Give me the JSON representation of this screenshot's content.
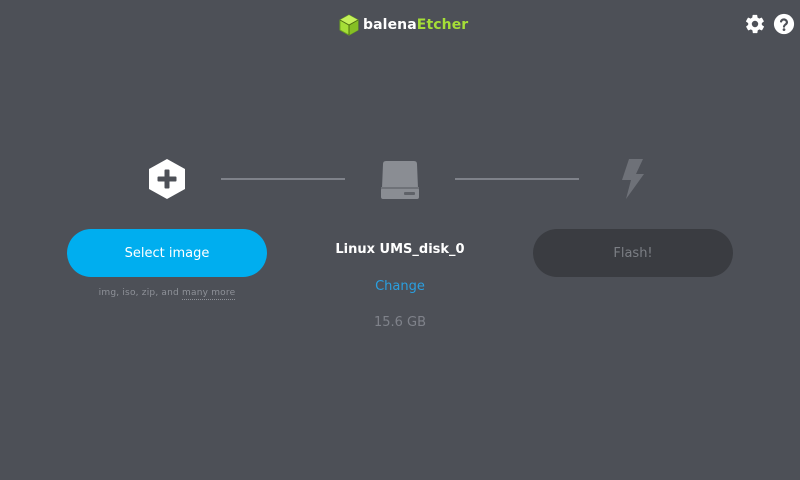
{
  "header": {
    "logo_part1": "balena",
    "logo_part2": "Etcher",
    "logo_icon": "cube-icon",
    "settings_icon": "gear-icon",
    "help_icon": "help-icon"
  },
  "steps": {
    "image": {
      "icon": "plus-hexagon-icon",
      "button_label": "Select image",
      "formats_text": "img, iso, zip, and",
      "formats_more": "many more"
    },
    "drive": {
      "icon": "drive-icon",
      "name": "Linux UMS_disk_0",
      "change_label": "Change",
      "size": "15.6 GB"
    },
    "flash": {
      "icon": "lightning-icon",
      "button_label": "Flash!"
    }
  },
  "colors": {
    "background": "#4d5057",
    "accent": "#00aeef",
    "brand_green": "#a5de37",
    "link": "#2a9fe0",
    "disabled_button": "#3a3c41"
  }
}
